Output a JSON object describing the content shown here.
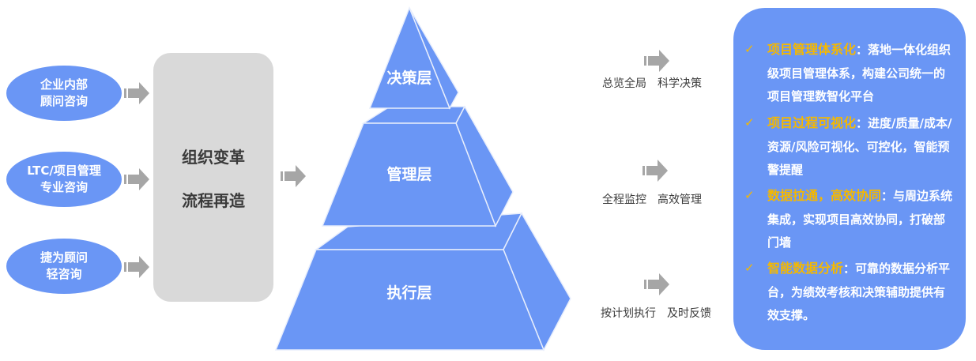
{
  "sources": [
    {
      "line1": "企业内部",
      "line2": "顾问咨询"
    },
    {
      "line1": "LTC/项目管理",
      "line2": "专业咨询"
    },
    {
      "line1": "捷为顾问",
      "line2": "轻咨询"
    }
  ],
  "transformation": {
    "line1": "组织变革",
    "line2": "流程再造"
  },
  "pyramid": {
    "layers": [
      "决策层",
      "管理层",
      "执行层"
    ]
  },
  "outcomes": [
    {
      "a": "总览全局",
      "b": "科学决策"
    },
    {
      "a": "全程监控",
      "b": "高效管理"
    },
    {
      "a": "按计划执行",
      "b": "及时反馈"
    }
  ],
  "benefits": [
    {
      "title": "项目管理体系化",
      "sep": "：",
      "text": "落地一体化组织级项目管理体系，构建公司统一的项目管理数智化平台"
    },
    {
      "title": "项目过程可视化",
      "sep": "：",
      "text": "进度/质量/成本/资源/风险可视化、可控化，智能预警提醒"
    },
    {
      "title": "数据拉通，高效协同",
      "sep": "：",
      "text": "与周边系统集成，实现项目高效协同，打破部门墙"
    },
    {
      "title": "智能数据分析",
      "sep": "：",
      "text": "可靠的数据分析平台，为绩效考核和决策辅助提供有效支撑。"
    }
  ],
  "check_symbol": "✓",
  "colors": {
    "blue": "#6a96f5",
    "gray_box": "#d9d9d9",
    "arrow": "#a6a6a6",
    "highlight": "#f5b800"
  }
}
